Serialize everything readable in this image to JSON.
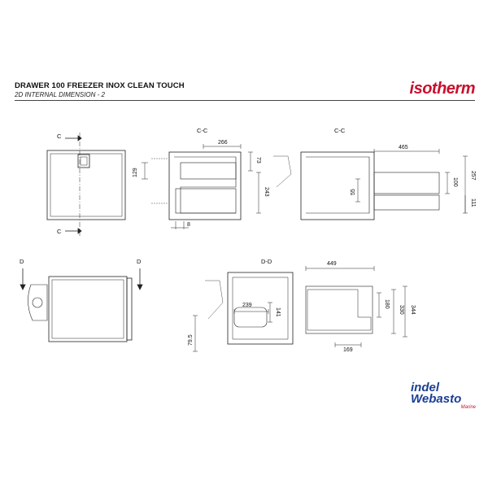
{
  "header": {
    "title": "DRAWER 100 FREEZER INOX CLEAN TOUCH",
    "subtitle": "2D INTERNAL DIMENSION - 2",
    "brand": "isotherm"
  },
  "footer_logo": {
    "line1": "indel",
    "line2": "Webasto",
    "line3": "Marine"
  },
  "sections": {
    "c_top": "C",
    "c_bottom": "C",
    "cc_1": "C-C",
    "cc_2": "C-C",
    "d_left": "D",
    "d_right": "D",
    "dd": "D-D"
  },
  "dimensions": {
    "d129": "129",
    "d266": "266",
    "d73": "73",
    "d243": "243",
    "d8": "8",
    "d465": "465",
    "d257": "257",
    "d100": "100",
    "d55": "55",
    "d111": "111",
    "d449": "449",
    "d239": "239",
    "d141": "141",
    "d180": "180",
    "d330": "330",
    "d344": "344",
    "d169": "169",
    "d79_5": "79.5"
  },
  "colors": {
    "line": "#222222",
    "brand": "#c8102e",
    "logo_blue": "#1b3f94"
  }
}
